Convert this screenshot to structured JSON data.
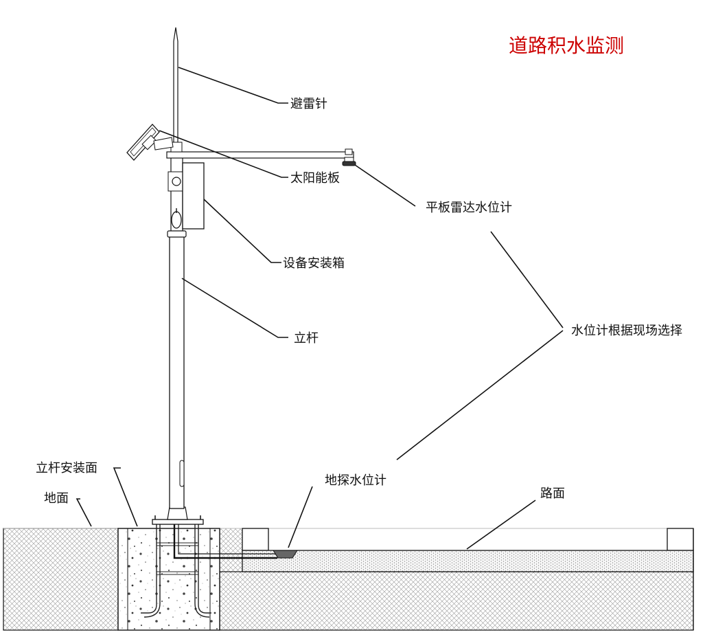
{
  "title": "道路积水监测",
  "colors": {
    "title": "#cc0000",
    "line": "#111111"
  },
  "labels": {
    "lightning_rod": "避雷针",
    "solar_panel": "太阳能板",
    "radar_gauge": "平板雷达水位计",
    "equipment_box": "设备安装箱",
    "pole": "立杆",
    "gauge_choice": "水位计根据现场选择",
    "pole_mount_surface": "立杆安装面",
    "ground": "地面",
    "ground_probe_gauge": "地探水位计",
    "road_surface": "路面"
  }
}
